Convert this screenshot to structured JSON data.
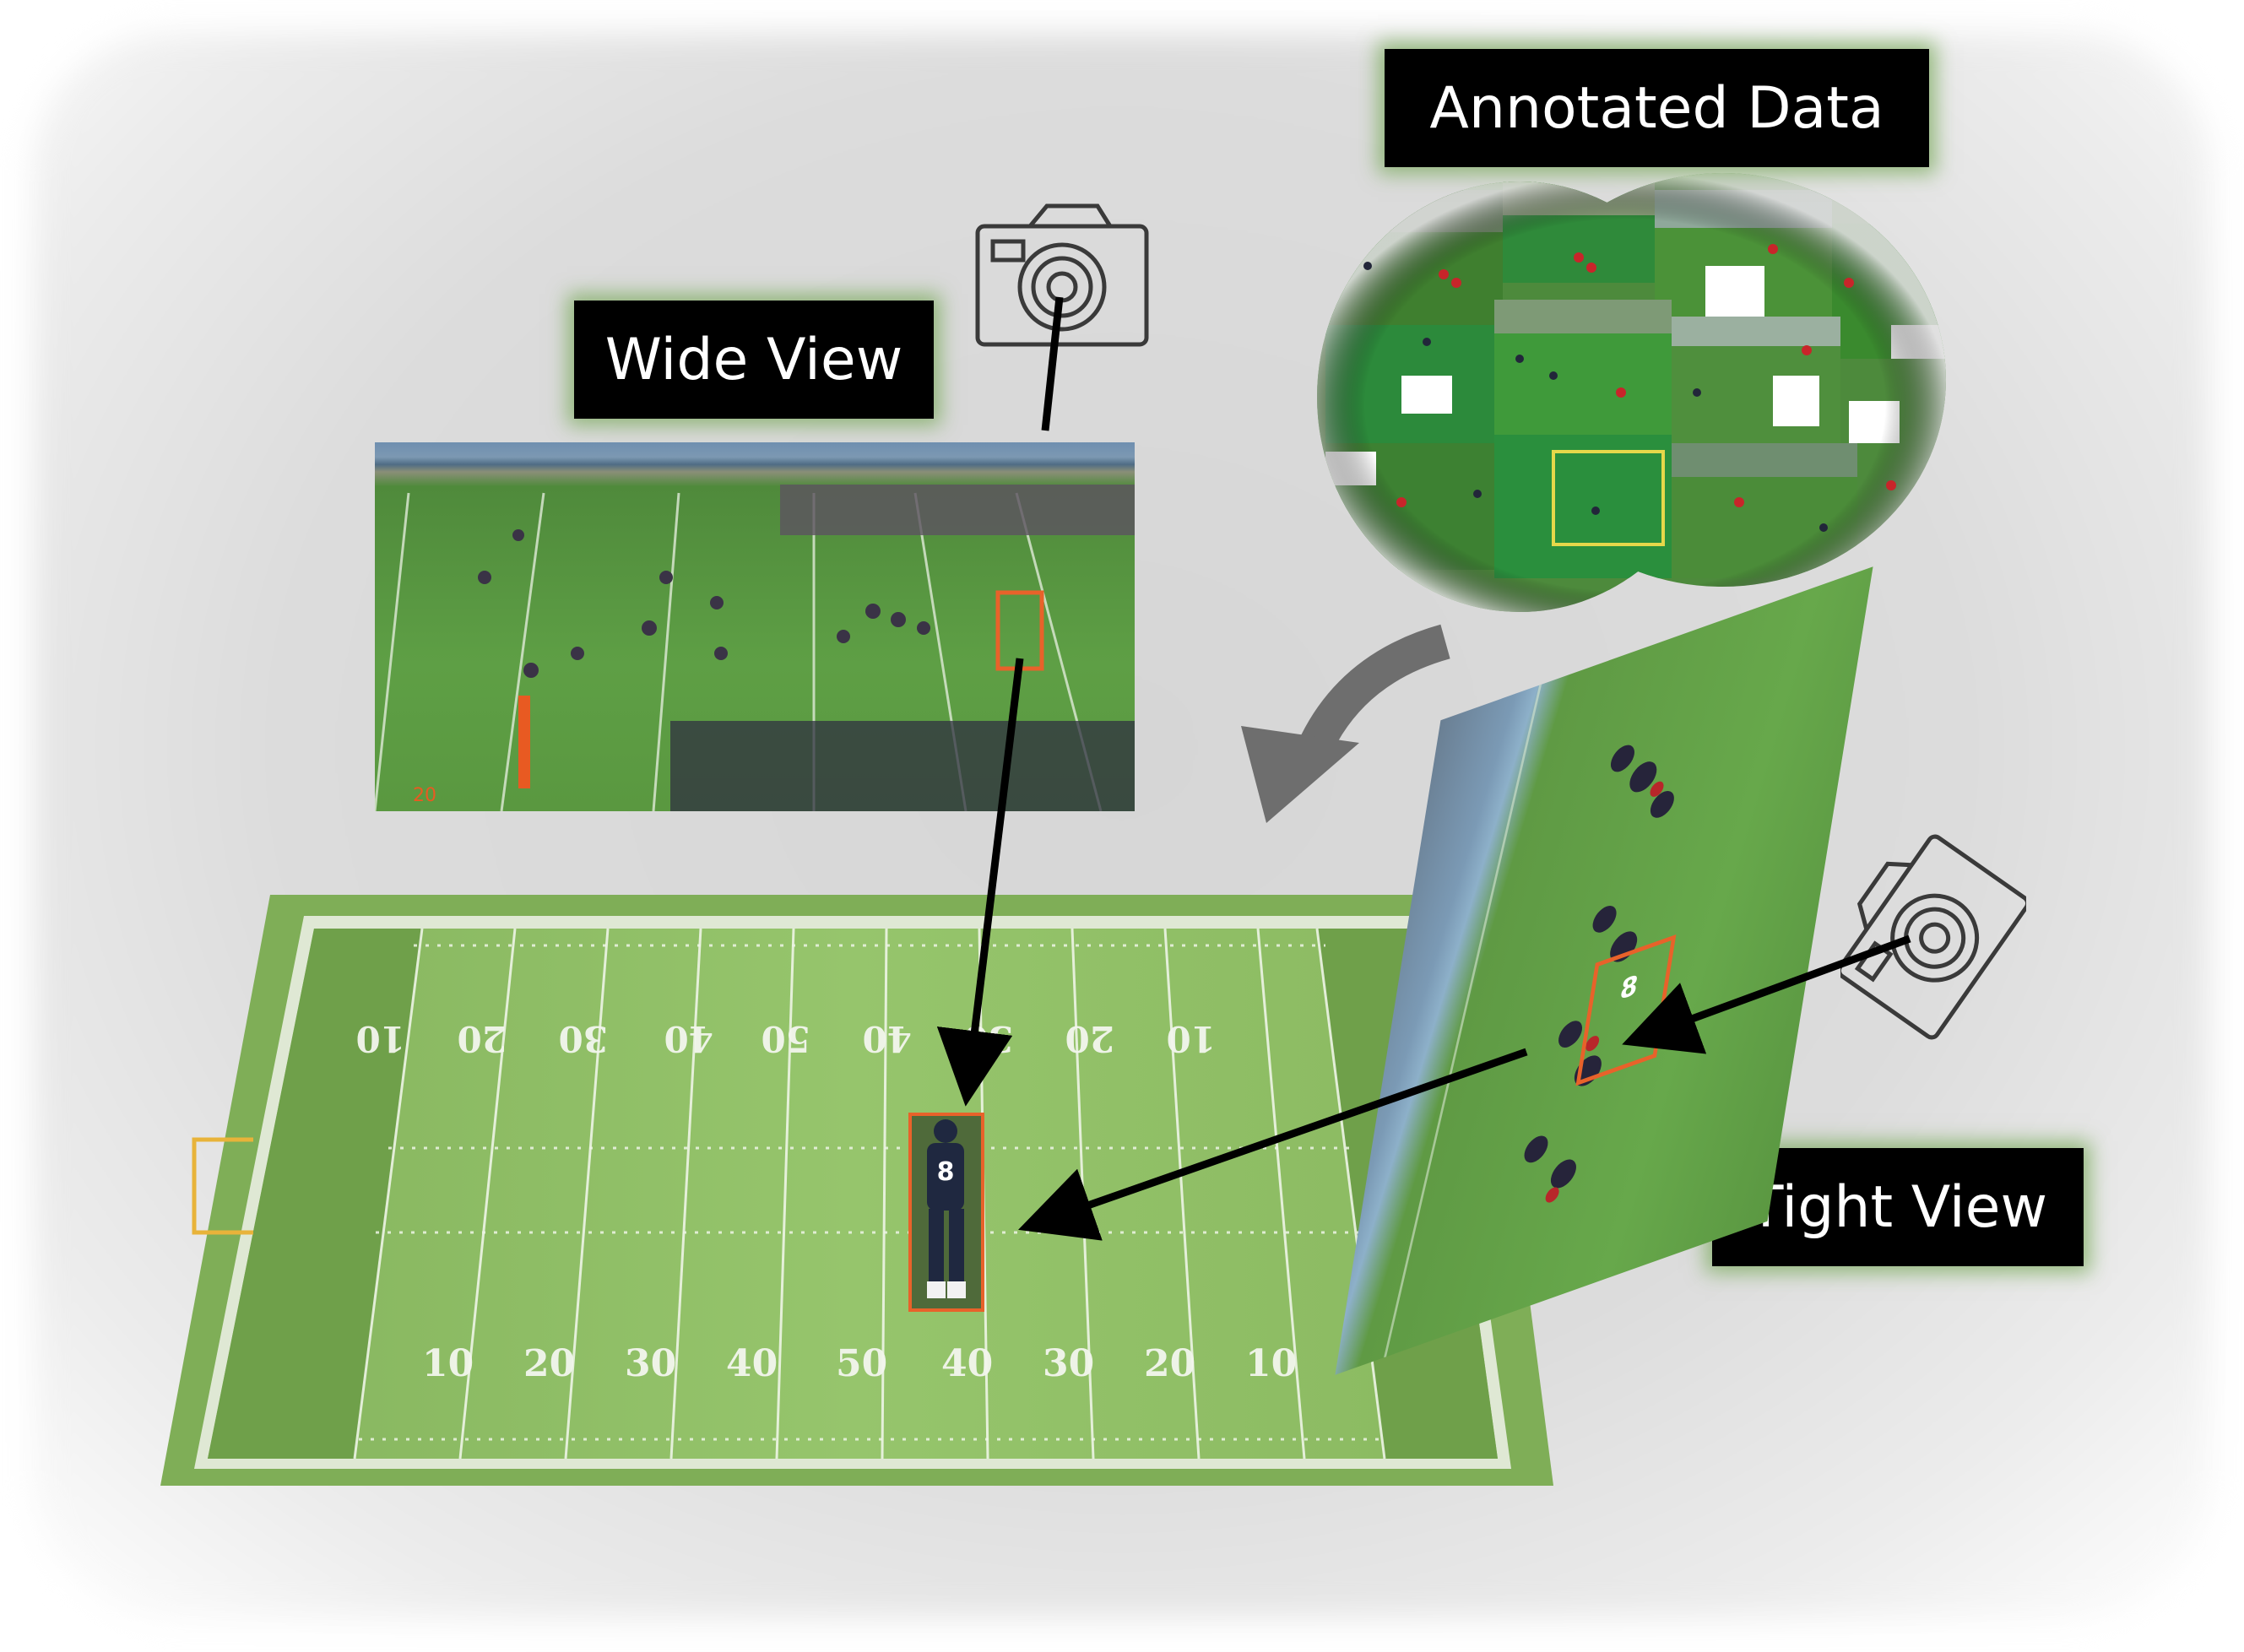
{
  "labels": {
    "annotated": "Annotated Data",
    "wide": "Wide View",
    "tight": "Tight View"
  },
  "field": {
    "top_numbers": [
      "10",
      "20",
      "30",
      "40",
      "50",
      "40",
      "30",
      "20",
      "10"
    ],
    "bottom_numbers": [
      "10",
      "20",
      "30",
      "40",
      "50",
      "40",
      "30",
      "20",
      "10"
    ],
    "player_number": "8",
    "wide_marker": "20"
  },
  "icons": [
    "camera-icon",
    "camera-icon",
    "curved-arrow-icon"
  ],
  "colors": {
    "highlight_box": "#e8622a",
    "label_bg": "#000000",
    "label_glow": "#78aa5a",
    "field_green": "#8fbf62"
  }
}
